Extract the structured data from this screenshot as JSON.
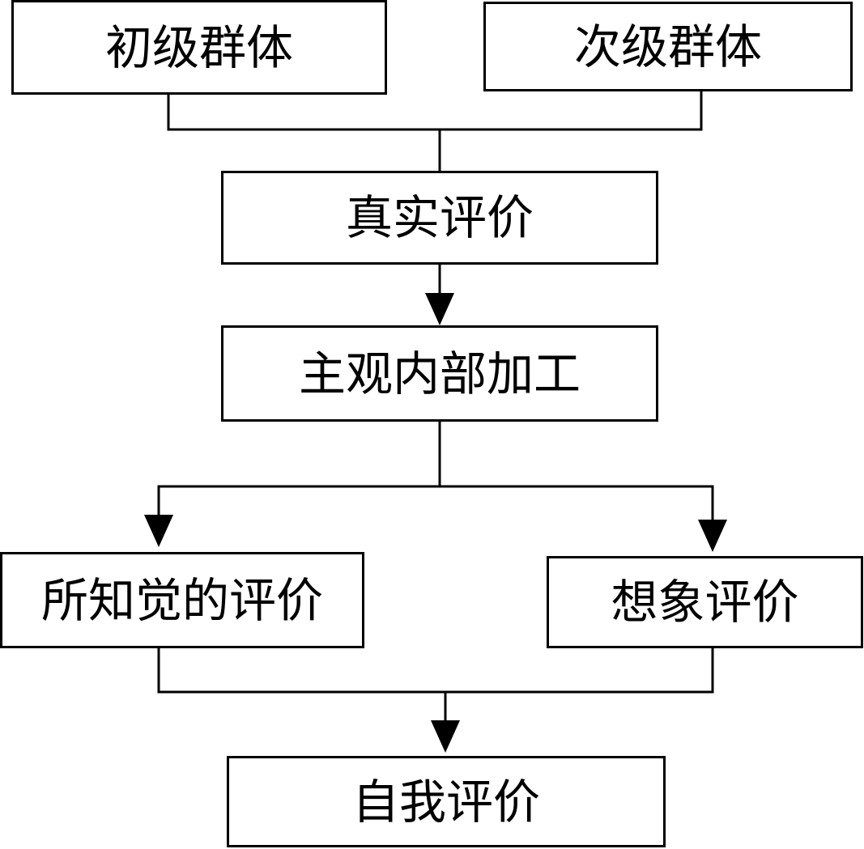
{
  "nodes": {
    "primary_group": "初级群体",
    "secondary_group": "次级群体",
    "real_appraisal": "真实评价",
    "subjective_processing": "主观内部加工",
    "perceived_appraisal": "所知觉的评价",
    "imagined_appraisal": "想象评价",
    "self_appraisal": "自我评价"
  },
  "colors": {
    "stroke": "#000000",
    "background": "#ffffff"
  }
}
